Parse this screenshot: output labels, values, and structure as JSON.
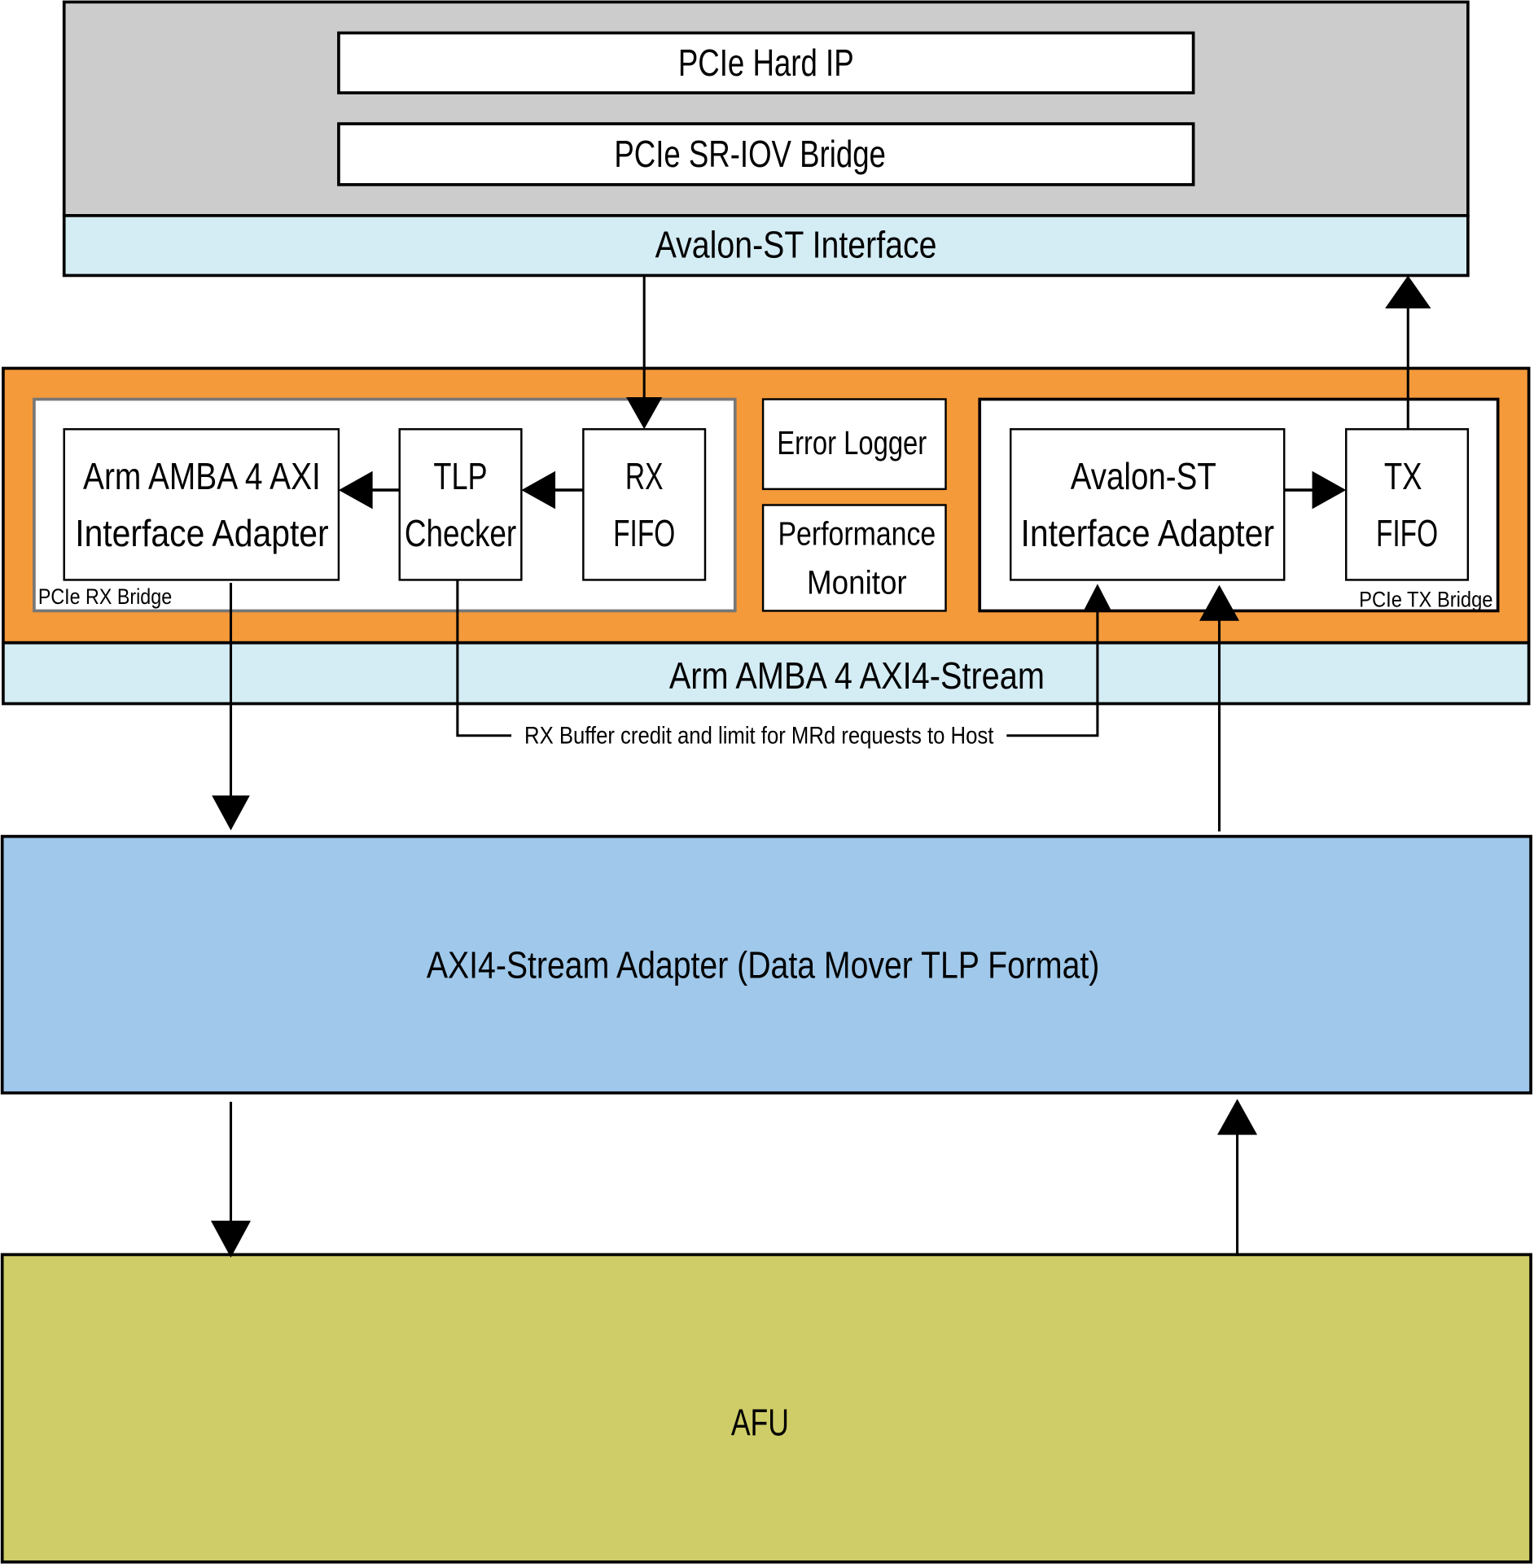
{
  "diagram": {
    "colors": {
      "gray_block": "#cccccc",
      "interface_bar": "#d4ecf4",
      "orange_block": "#f59a3a",
      "blue_block": "#9fc8ea",
      "afu_block": "#cfcd67",
      "box_fill": "#ffffff",
      "line": "#000000"
    },
    "top_block": {
      "hard_ip": "PCIe Hard IP",
      "sriov_bridge": "PCIe SR-IOV Bridge",
      "interface": "Avalon-ST Interface"
    },
    "middle_block": {
      "rx_bridge": {
        "label": "PCIe RX Bridge",
        "axi_adapter_line1": "Arm AMBA 4 AXI",
        "axi_adapter_line2": "Interface Adapter",
        "tlp_checker_line1": "TLP",
        "tlp_checker_line2": "Checker",
        "rx_fifo_line1": "RX",
        "rx_fifo_line2": "FIFO"
      },
      "error_logger": "Error Logger",
      "perf_monitor_line1": "Performance",
      "perf_monitor_line2": "Monitor",
      "tx_bridge": {
        "label": "PCIe TX Bridge",
        "avst_adapter_line1": "Avalon-ST",
        "avst_adapter_line2": "Interface Adapter",
        "tx_fifo_line1": "TX",
        "tx_fifo_line2": "FIFO"
      },
      "interface": "Arm AMBA 4 AXI4-Stream"
    },
    "credit_note": "RX Buffer credit and limit for MRd requests to Host",
    "axi_stream_adapter": "AXI4-Stream Adapter (Data Mover TLP Format)",
    "afu": "AFU"
  }
}
